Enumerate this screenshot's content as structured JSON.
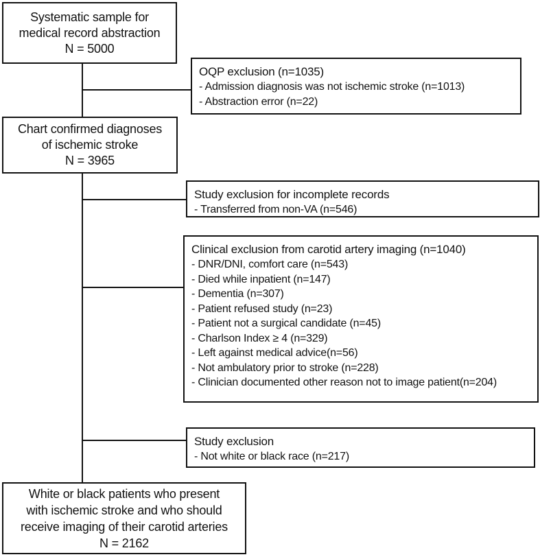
{
  "diagram_type": "patient-flow-diagram",
  "colors": {
    "background": "#ffffff",
    "border": "#111111",
    "text": "#111111"
  },
  "boxes": {
    "sample": {
      "lines": [
        "Systematic sample for",
        "medical record abstraction",
        "N = 5000"
      ]
    },
    "oqp_exclusion": {
      "title": "OQP exclusion (n=1035)",
      "items": [
        "- Admission diagnosis was not ischemic stroke (n=1013)",
        "- Abstraction error (n=22)"
      ]
    },
    "chart_confirmed": {
      "lines": [
        "Chart confirmed diagnoses",
        "of ischemic stroke",
        "N = 3965"
      ]
    },
    "incomplete_records_exclusion": {
      "title": "Study exclusion for incomplete records",
      "items": [
        "- Transferred from non-VA (n=546)"
      ]
    },
    "clinical_exclusion": {
      "title": "Clinical exclusion from carotid artery imaging (n=1040)",
      "items": [
        "- DNR/DNI, comfort care (n=543)",
        "- Died while inpatient (n=147)",
        "- Dementia (n=307)",
        "- Patient refused study (n=23)",
        "- Patient not a surgical candidate (n=45)",
        "- Charlson Index ≥ 4 (n=329)",
        "- Left against medical advice(n=56)",
        "- Not ambulatory prior to stroke (n=228)",
        "- Clinician documented other reason not to image patient(n=204)"
      ]
    },
    "race_exclusion": {
      "title": "Study exclusion",
      "items": [
        "- Not white or black race (n=217)"
      ]
    },
    "final_cohort": {
      "lines": [
        "White or black patients who present",
        "with ischemic stroke and who should",
        "receive imaging of their carotid arteries",
        "N = 2162"
      ]
    }
  }
}
